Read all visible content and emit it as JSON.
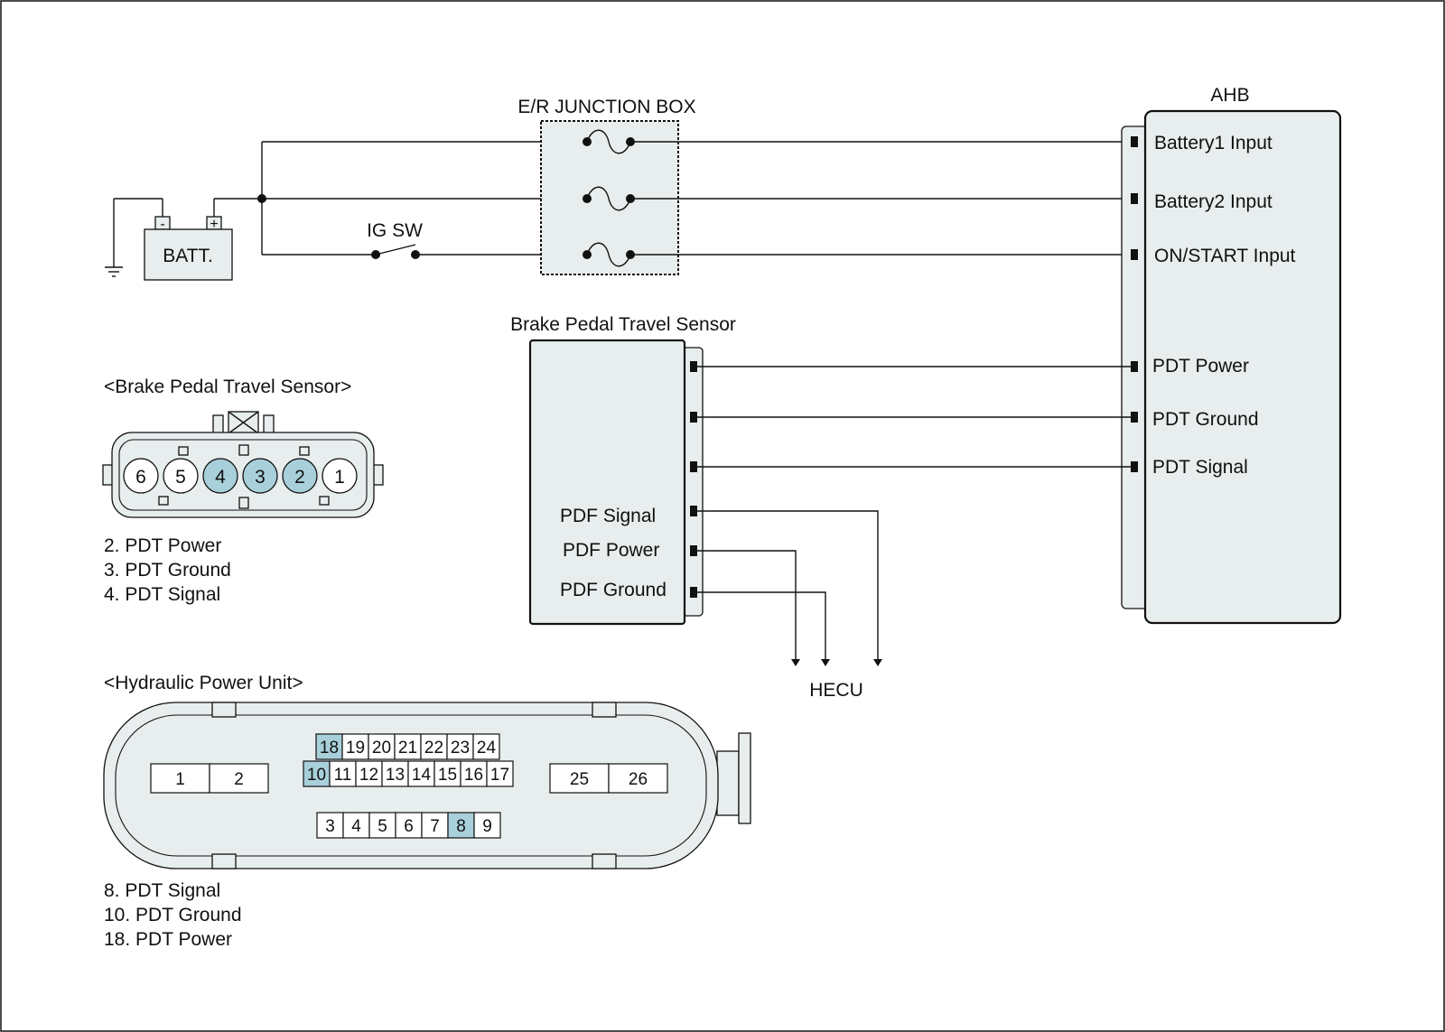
{
  "colors": {
    "module_fill": "#e8edee",
    "highlight_pin": "#a8d0da",
    "line": "#111111"
  },
  "junction_box": {
    "title": "E/R JUNCTION BOX"
  },
  "battery": {
    "label": "BATT.",
    "neg": "-",
    "pos": "+"
  },
  "ig_switch": {
    "label": "IG SW"
  },
  "ahb": {
    "title": "AHB",
    "inputs": [
      "Battery1 Input",
      "Battery2 Input",
      "ON/START Input",
      "PDT Power",
      "PDT Ground",
      "PDT Signal"
    ]
  },
  "bpts_module": {
    "title": "Brake Pedal Travel Sensor",
    "outputs": [
      "PDF Signal",
      "PDF Power",
      "PDF Ground"
    ]
  },
  "hecu": {
    "label": "HECU"
  },
  "bpts_connector": {
    "title": "<Brake Pedal Travel Sensor>",
    "pins": [
      "6",
      "5",
      "4",
      "3",
      "2",
      "1"
    ],
    "highlighted": [
      "4",
      "3",
      "2"
    ],
    "legend": [
      "2. PDT Power",
      "3. PDT Ground",
      "4. PDT Signal"
    ]
  },
  "hpu_connector": {
    "title": "<Hydraulic Power Unit>",
    "row_top": [
      "18",
      "19",
      "20",
      "21",
      "22",
      "23",
      "24"
    ],
    "row_mid": [
      "10",
      "11",
      "12",
      "13",
      "14",
      "15",
      "16",
      "17"
    ],
    "row_bottom": [
      "3",
      "4",
      "5",
      "6",
      "7",
      "8",
      "9"
    ],
    "left_pair": [
      "1",
      "2"
    ],
    "right_pair": [
      "25",
      "26"
    ],
    "highlighted": [
      "18",
      "10",
      "8"
    ],
    "legend": [
      "8. PDT Signal",
      "10. PDT Ground",
      "18. PDT Power"
    ]
  }
}
